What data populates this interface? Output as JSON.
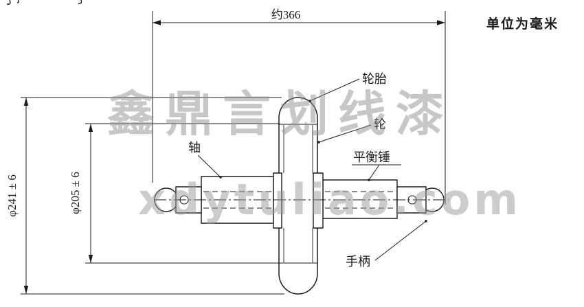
{
  "unit_note": "单位为毫米",
  "dimensions": {
    "overall_length": "约366",
    "outer_diameter": "φ241 ± 6",
    "wheel_diameter": "φ205 ± 6"
  },
  "labels": {
    "tire": "轮胎",
    "wheel": "轮",
    "axle": "轴",
    "balance_weight": "平衡锤",
    "handle": "手柄"
  },
  "watermark": {
    "line1": "鑫鼎言划线漆",
    "line2": "xdytuliao.com"
  },
  "colors": {
    "line": "#1a1a1a",
    "watermark": "#8f8f8f"
  }
}
